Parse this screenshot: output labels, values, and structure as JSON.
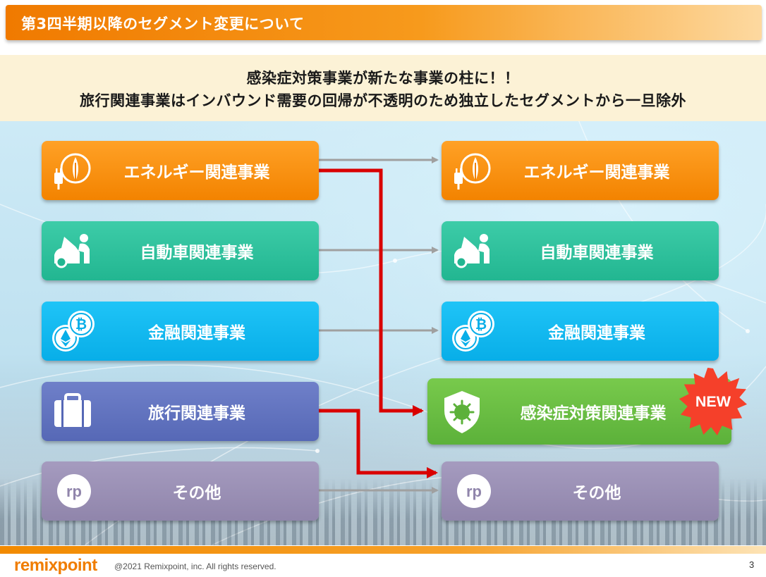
{
  "header": {
    "title": "第3四半期以降のセグメント変更について"
  },
  "banner": {
    "line1": "感染症対策事業が新たな事業の柱に！！",
    "line2": "旅行関連事業はインバウンド需要の回帰が不透明のため独立したセグメントから一旦除外"
  },
  "before_segments": [
    {
      "label": "エネルギー関連事業",
      "icon": "energy-plug-leaf-icon",
      "color": "#f38300"
    },
    {
      "label": "自動車関連事業",
      "icon": "car-mechanic-icon",
      "color": "#22b691"
    },
    {
      "label": "金融関連事業",
      "icon": "crypto-coins-icon",
      "color": "#08aee8"
    },
    {
      "label": "旅行関連事業",
      "icon": "suitcase-icon",
      "color": "#5668b6"
    },
    {
      "label": "その他",
      "icon": "rp-logo-icon",
      "color": "#9085ab"
    }
  ],
  "after_segments": [
    {
      "label": "エネルギー関連事業",
      "icon": "energy-plug-leaf-icon",
      "color": "#f38300"
    },
    {
      "label": "自動車関連事業",
      "icon": "car-mechanic-icon",
      "color": "#22b691"
    },
    {
      "label": "金融関連事業",
      "icon": "crypto-coins-icon",
      "color": "#08aee8"
    },
    {
      "label": "感染症対策関連事業",
      "icon": "virus-shield-icon",
      "color": "#5cb13a"
    },
    {
      "label": "その他",
      "icon": "rp-logo-icon",
      "color": "#9085ab"
    }
  ],
  "new_badge": {
    "label": "NEW",
    "color": "#f5402a"
  },
  "footer": {
    "logo": "remixpoint",
    "copyright": "@2021 Remixpoint, inc. All rights reserved.",
    "page": "3"
  },
  "colors": {
    "accent_orange": "#f38300",
    "red_arrow": "#d90000",
    "gray_arrow": "#a0a0a0"
  }
}
